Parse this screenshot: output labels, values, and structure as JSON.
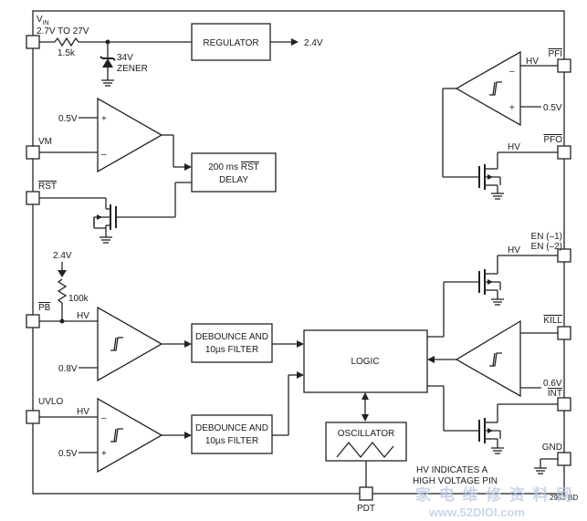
{
  "pins": {
    "vin_base": "V",
    "vin_sub": "IN",
    "vm": "VM",
    "rst": "RST",
    "pb": "PB",
    "uvlo": "UVLO",
    "pfi": "PFI",
    "pfo": "PFO",
    "en1": "EN (–1)",
    "en2": "EN (–2)",
    "kill": "KILL",
    "int": "INT",
    "gnd": "GND",
    "pdt": "PDT"
  },
  "labels": {
    "vin_range": "2.7V TO 27V",
    "r1": "1.5k",
    "zener_v": "34V",
    "zener": "ZENER",
    "reg_out": "2.4V",
    "comp1_ref": "0.5V",
    "pu_v": "2.4V",
    "r2": "100k",
    "hv": "HV",
    "pb_ref": "0.8V",
    "uvlo_ref": "0.5V",
    "pfi_ref": "0.5V",
    "kill_ref": "0.6V",
    "plus": "+",
    "minus": "–",
    "note_line1": "HV INDICATES A",
    "note_line2": "HIGH VOLTAGE PIN",
    "fig_id": "2953 BD"
  },
  "blocks": {
    "regulator": "REGULATOR",
    "delay_line1_pre": "200 ms ",
    "delay_line1_bar": "RST",
    "delay_line2": "DELAY",
    "debounce1_line1": "DEBOUNCE AND",
    "debounce1_line2": "10µs FILTER",
    "debounce2_line1": "DEBOUNCE AND",
    "debounce2_line2": "10µs FILTER",
    "logic": "LOGIC",
    "oscillator": "OSCILLATOR"
  },
  "watermark": {
    "line1": "家 电 维 修 资 料 网",
    "line2": "www.52DIOI.com"
  }
}
